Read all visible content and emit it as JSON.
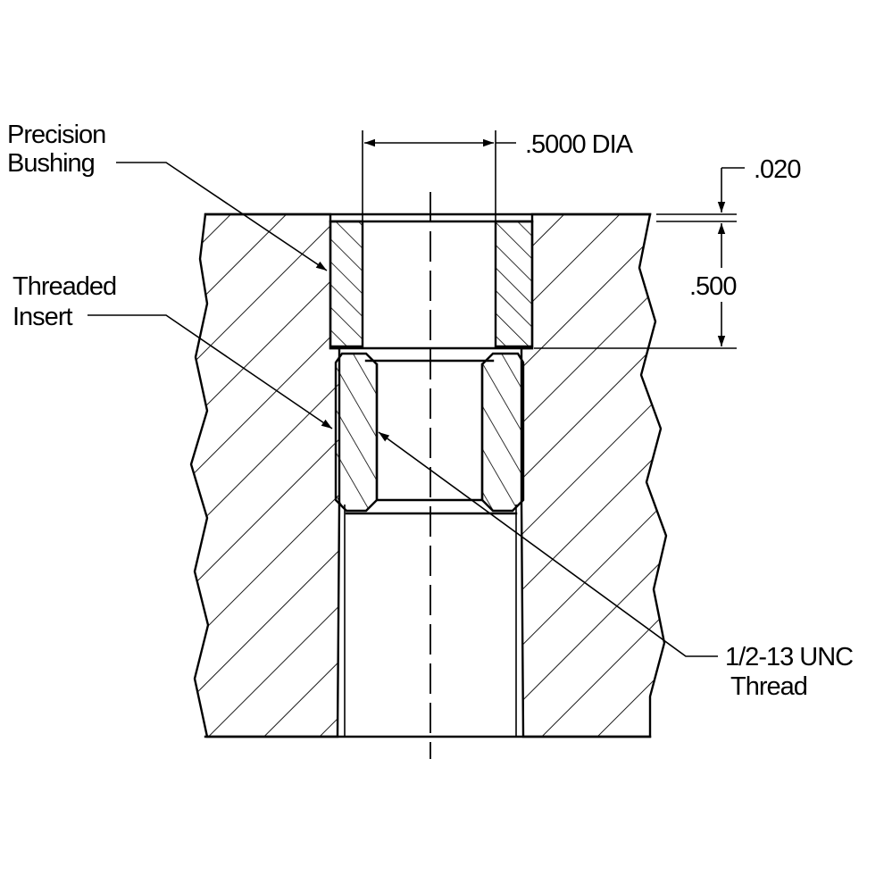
{
  "labels": {
    "precision_bushing": [
      "Precision",
      "Bushing"
    ],
    "threaded_insert": [
      "Threaded",
      "Insert"
    ],
    "thread": [
      "1/2-13 UNC",
      "Thread"
    ],
    "bore_dia": ".5000  DIA",
    "top_offset": ".020",
    "bushing_depth": ".500"
  }
}
